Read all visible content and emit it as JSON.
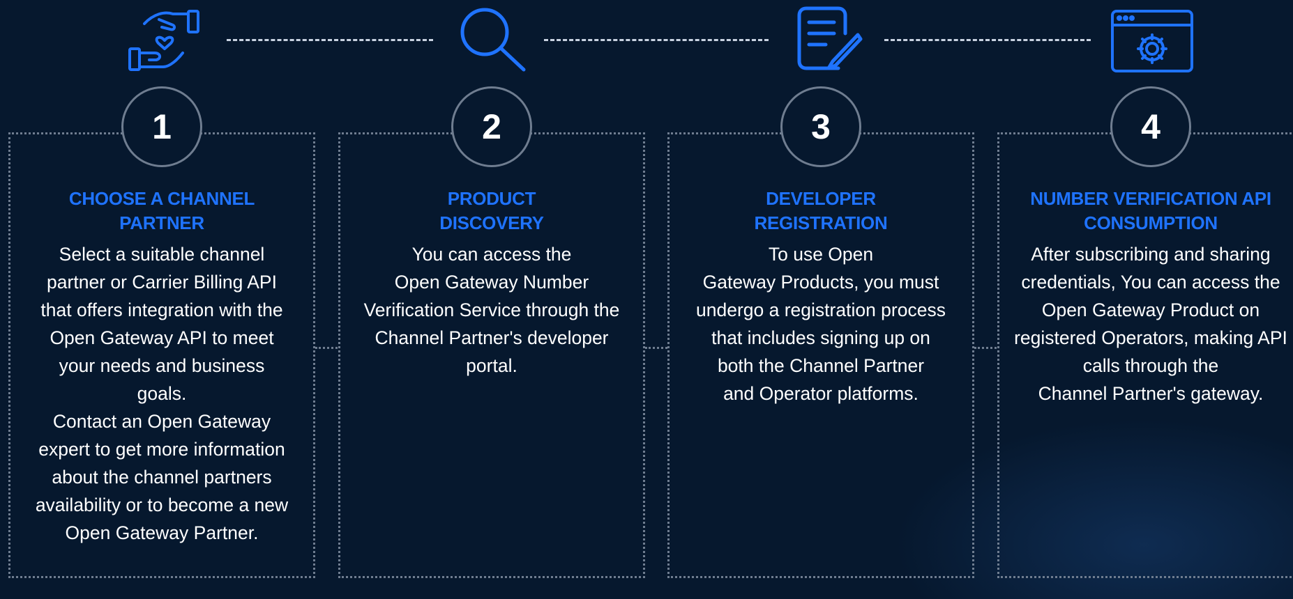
{
  "steps": [
    {
      "number": "1",
      "icon": "hands-heart-icon",
      "title": "CHOOSE A CHANNEL\nPARTNER",
      "body": "Select a suitable channel\npartner or Carrier Billing API\nthat offers integration with the\nOpen Gateway API to meet\nyour needs and business\ngoals.\nContact an Open Gateway\nexpert to get more information\nabout the channel partners\navailability or to become a new\nOpen Gateway Partner."
    },
    {
      "number": "2",
      "icon": "search-icon",
      "title": "PRODUCT\nDISCOVERY",
      "body": "You can access the\nOpen Gateway Number\nVerification Service through the\nChannel Partner's developer\nportal."
    },
    {
      "number": "3",
      "icon": "document-edit-icon",
      "title": "DEVELOPER\nREGISTRATION",
      "body": "To use Open\nGateway Products, you must\nundergo a registration process\nthat includes signing up on\nboth the Channel Partner\nand Operator platforms."
    },
    {
      "number": "4",
      "icon": "browser-gear-icon",
      "title": "NUMBER VERIFICATION API\nCONSUMPTION",
      "body": "After subscribing and sharing\ncredentials, You can access the\nOpen Gateway Product on\nregistered Operators, making API\ncalls through the\nChannel Partner's gateway."
    }
  ],
  "colors": {
    "background": "#06182e",
    "accent": "#1f73ff",
    "text": "#ffffff",
    "border": "#6f7d90"
  }
}
